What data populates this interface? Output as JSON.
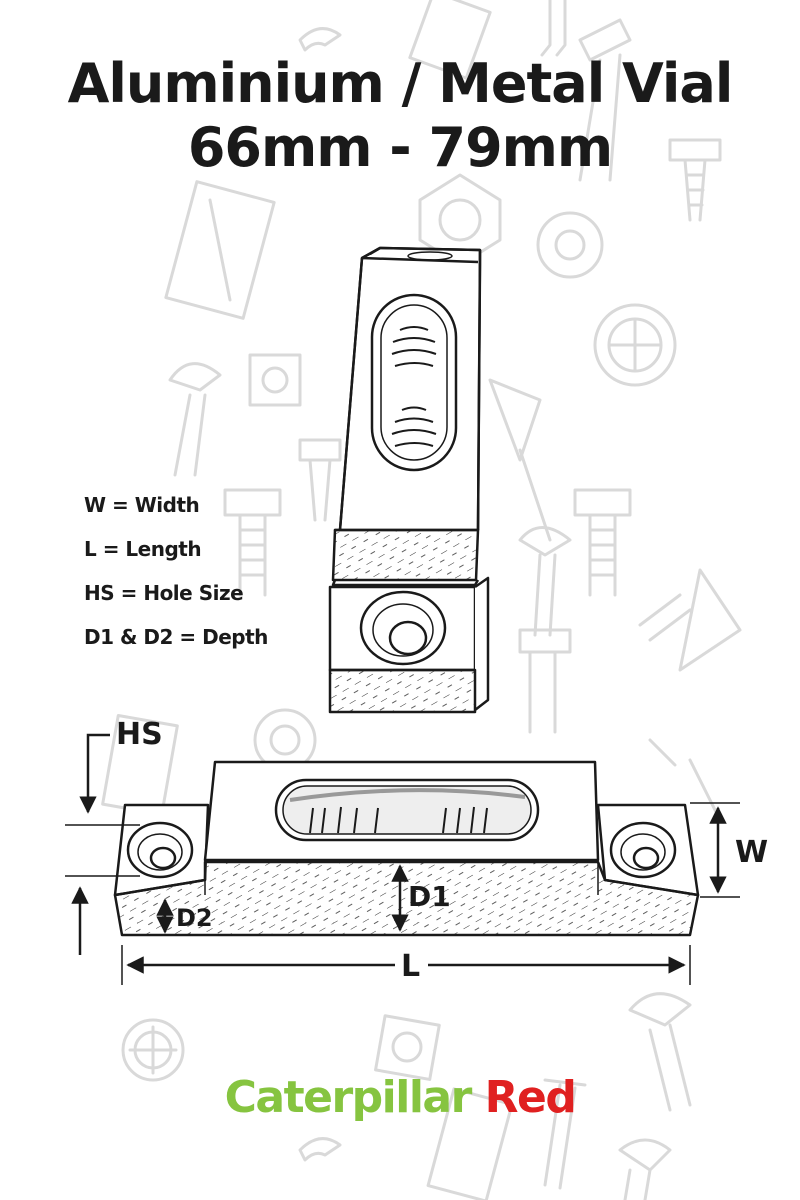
{
  "title": {
    "line1": "Aluminium / Metal Vial",
    "line2": "66mm - 79mm"
  },
  "legend": [
    "W = Width",
    "L = Length",
    "HS = Hole Size",
    "D1 & D2 = Depth"
  ],
  "dimension_labels": {
    "hole_size": "HS",
    "width": "W",
    "depth1": "D1",
    "depth2": "D2",
    "length": "L"
  },
  "brand": {
    "part1": "Caterpillar",
    "part2": "Red"
  },
  "colors": {
    "text": "#1a1a1a",
    "brand_green": "#86c440",
    "brand_red": "#e02020",
    "background_icons": "#d8d8d8"
  },
  "background_icons": [
    "screw-icon",
    "bolt-icon",
    "nut-icon",
    "washer-icon",
    "hinge-icon",
    "clip-icon"
  ]
}
